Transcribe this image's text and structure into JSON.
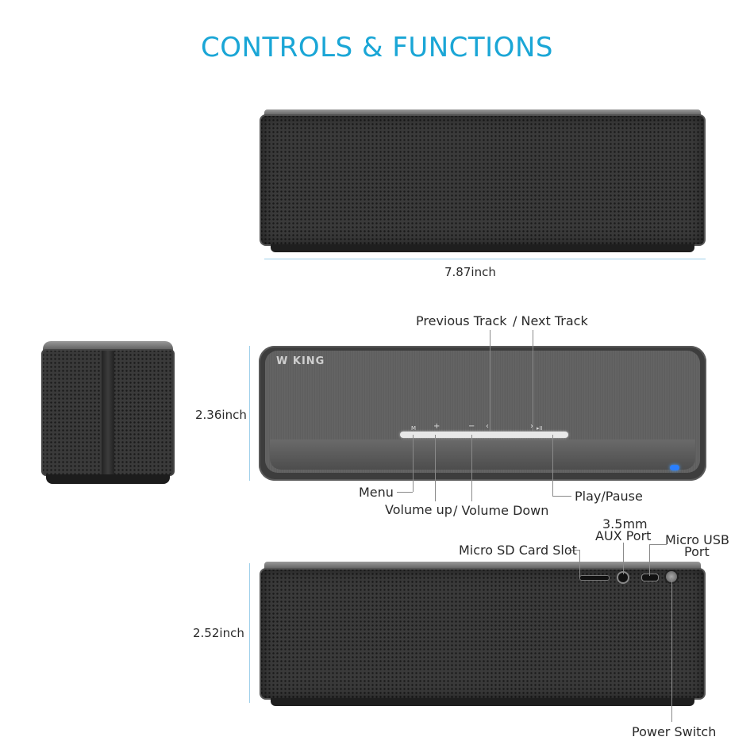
{
  "title": "CONTROLS & FUNCTIONS",
  "dimensions": {
    "width": "7.87inch",
    "height_top": "2.36inch",
    "height_back": "2.52inch"
  },
  "brand": "W KING",
  "top_labels": {
    "previous_track": "Previous Track",
    "next_track": "/ Next Track",
    "menu": "Menu",
    "volume_up": "Volume up",
    "volume_down": "/ Volume Down",
    "play_pause": "Play/Pause"
  },
  "back_labels": {
    "aux_line1": "3.5mm",
    "aux_line2": "AUX Port",
    "micro_usb_line1": "Micro USB",
    "micro_usb_line2": "Port",
    "micro_sd": "Micro SD Card Slot",
    "power_switch": "Power Switch"
  },
  "button_glyphs": {
    "menu": "M",
    "plus": "+",
    "minus": "−",
    "prev": "‹",
    "next": "›",
    "play": "▸II"
  },
  "colors": {
    "accent": "#1aa6d6",
    "speaker_body": "#3a3a3a",
    "led": "#2a7fff"
  }
}
